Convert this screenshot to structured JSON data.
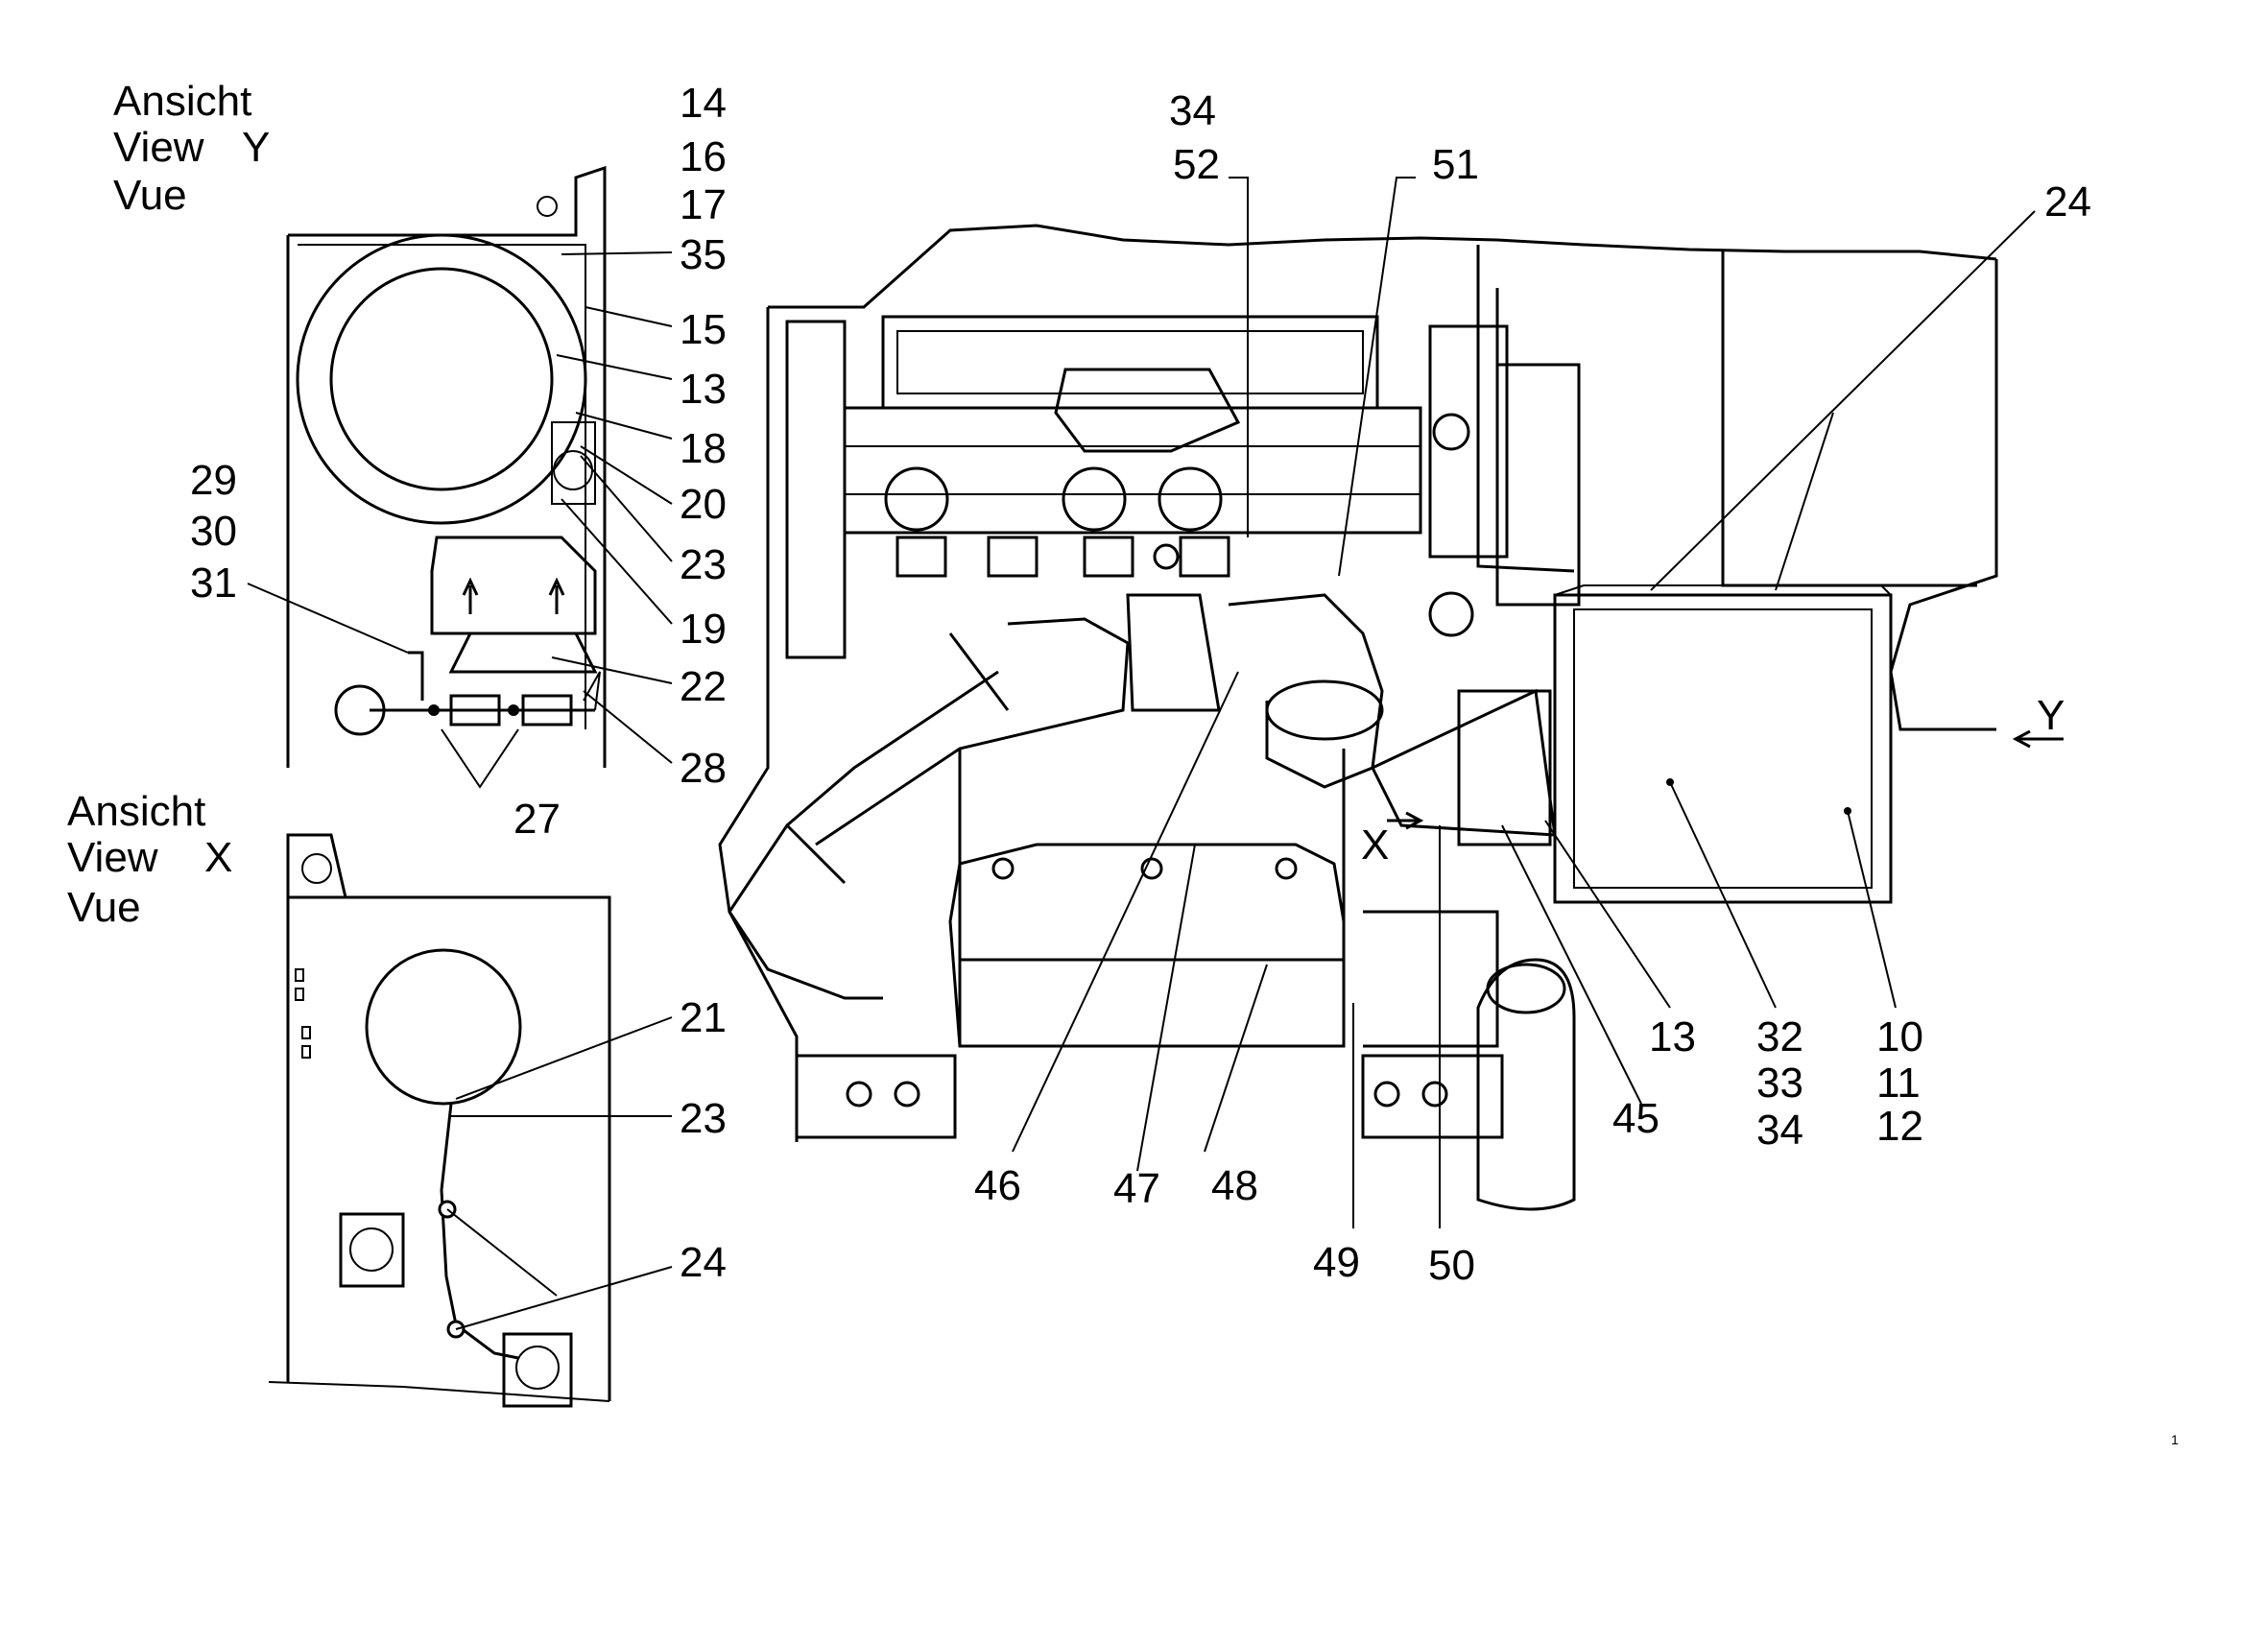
{
  "views": {
    "y": {
      "line1": "Ansicht",
      "line2": "View",
      "letter": "Y",
      "line3": "Vue"
    },
    "x": {
      "line1": "Ansicht",
      "line2": "View",
      "letter": "X",
      "line3": "Vue"
    }
  },
  "markers": {
    "arrow_y": "Y",
    "arrow_x": "X"
  },
  "callouts": {
    "c14": "14",
    "c16": "16",
    "c17": "17",
    "c35": "35",
    "c15": "15",
    "c13a": "13",
    "c18": "18",
    "c20": "20",
    "c23a": "23",
    "c19": "19",
    "c22": "22",
    "c28": "28",
    "c27": "27",
    "c29": "29",
    "c30": "30",
    "c31": "31",
    "c21": "21",
    "c23b": "23",
    "c24a": "24",
    "c34a": "34",
    "c52": "52",
    "c51": "51",
    "c24b": "24",
    "c46": "46",
    "c47": "47",
    "c48": "48",
    "c49": "49",
    "c50": "50",
    "c45": "45",
    "c13b": "13",
    "c32": "32",
    "c33": "33",
    "c34b": "34",
    "c10": "10",
    "c11": "11",
    "c12": "12"
  },
  "footnote": "1"
}
